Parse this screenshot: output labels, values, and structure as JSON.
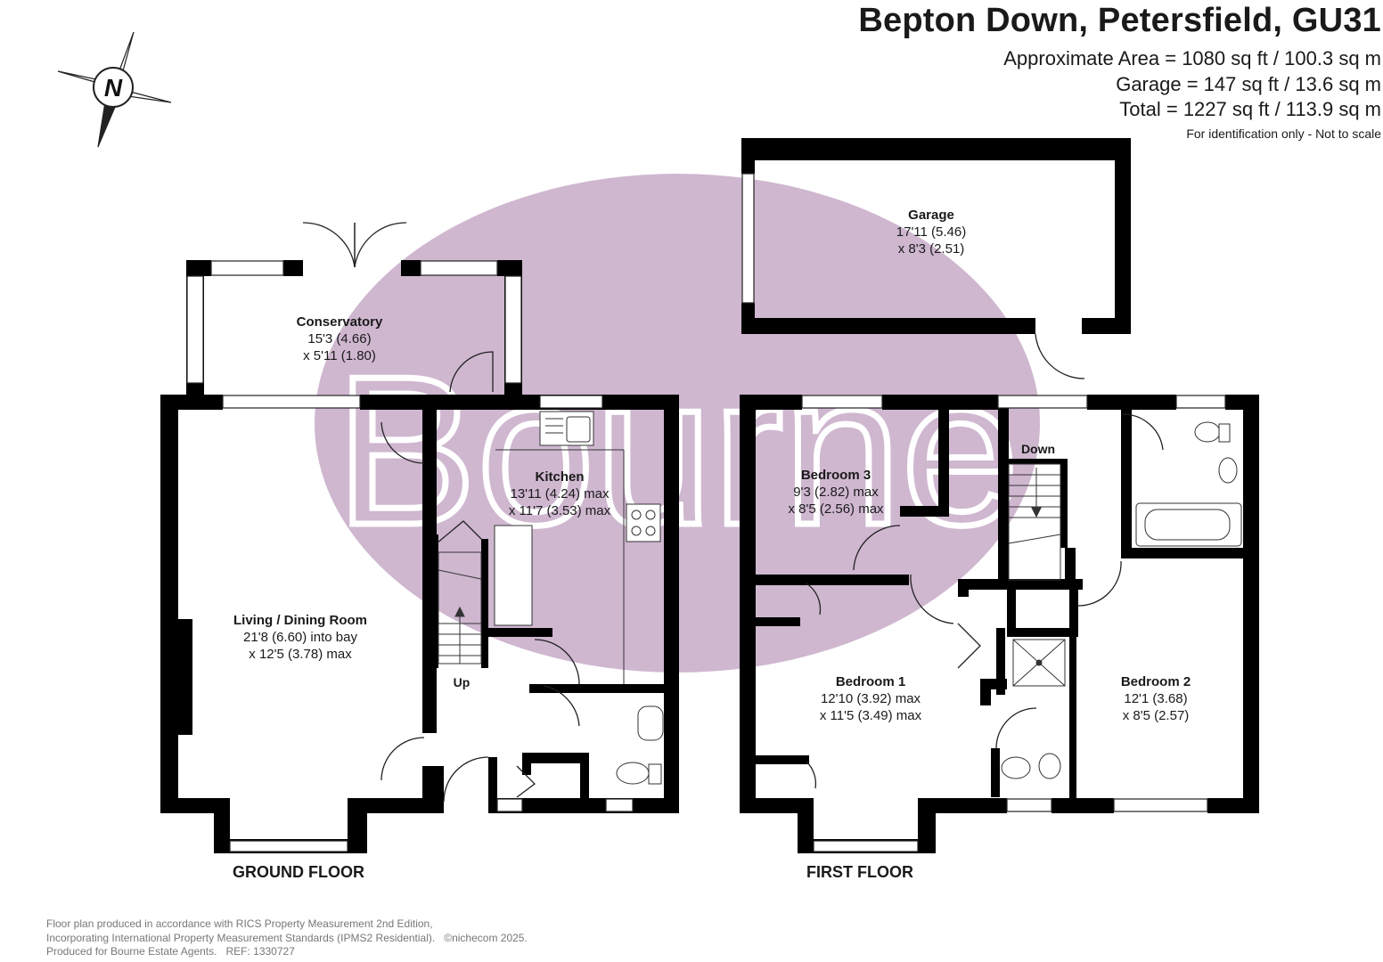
{
  "header": {
    "title": "Bepton Down, Petersfield, GU31",
    "area_line": "Approximate Area = 1080 sq ft / 100.3 sq m",
    "garage_line": "Garage = 147 sq ft / 13.6 sq m",
    "total_line": "Total = 1227 sq ft / 113.9 sq m",
    "note": "For identification only - Not to scale"
  },
  "compass": {
    "letter": "N"
  },
  "watermark": {
    "text": "Bourne",
    "color": "#c4a7c6"
  },
  "rooms": {
    "garage": {
      "name": "Garage",
      "dim1": "17'11 (5.46)",
      "dim2": "x 8'3 (2.51)"
    },
    "conservatory": {
      "name": "Conservatory",
      "dim1": "15'3 (4.66)",
      "dim2": "x 5'11 (1.80)"
    },
    "kitchen": {
      "name": "Kitchen",
      "dim1": "13'11 (4.24) max",
      "dim2": "x 11'7 (3.53) max"
    },
    "living": {
      "name": "Living / Dining Room",
      "dim1": "21'8 (6.60) into bay",
      "dim2": "x 12'5 (3.78) max"
    },
    "bedroom3": {
      "name": "Bedroom 3",
      "dim1": "9'3 (2.82) max",
      "dim2": "x 8'5 (2.56) max"
    },
    "bedroom1": {
      "name": "Bedroom 1",
      "dim1": "12'10 (3.92) max",
      "dim2": "x 11'5 (3.49) max"
    },
    "bedroom2": {
      "name": "Bedroom 2",
      "dim1": "12'1 (3.68)",
      "dim2": "x 8'5 (2.57)"
    }
  },
  "stairs": {
    "up": "Up",
    "down": "Down"
  },
  "floors": {
    "ground": "GROUND FLOOR",
    "first": "FIRST FLOOR"
  },
  "footer": {
    "line1": "Floor plan produced in accordance with RICS Property Measurement 2nd Edition,",
    "line2": "Incorporating International Property Measurement Standards (IPMS2 Residential).",
    "copyright": "©nichecom 2025.",
    "line3": "Produced for Bourne Estate Agents.",
    "ref": "REF: 1330727"
  }
}
